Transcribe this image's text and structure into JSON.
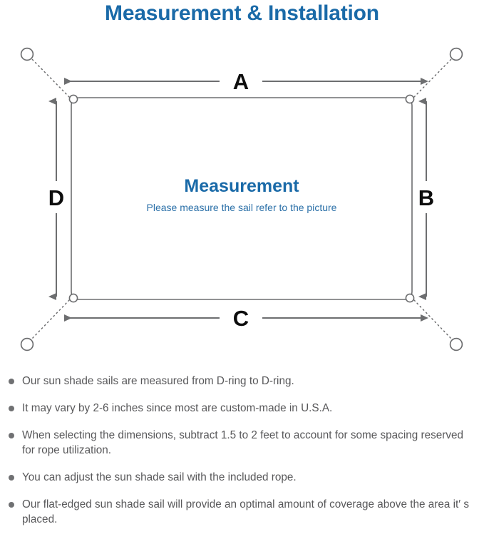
{
  "page": {
    "title": "Measurement & Installation",
    "title_color": "#1a6aa8",
    "background_color": "#ffffff",
    "body_text_color": "#58585a"
  },
  "diagram": {
    "name": "sun-shade-sail-measurement-diagram",
    "sail_shape": "rounded-rectangle",
    "line_color": "#6d6e70",
    "dimension_labels": {
      "top": "A",
      "right": "B",
      "bottom": "C",
      "left": "D"
    },
    "center": {
      "title": "Measurement",
      "subtitle": "Please measure the sail refer to the picture",
      "title_color": "#1a6aa8",
      "subtitle_color": "#2b70a8"
    },
    "corners": [
      {
        "name": "top-left",
        "d_ring": true,
        "anchor_point": true
      },
      {
        "name": "top-right",
        "d_ring": true,
        "anchor_point": true
      },
      {
        "name": "bottom-left",
        "d_ring": true,
        "anchor_point": true
      },
      {
        "name": "bottom-right",
        "d_ring": true,
        "anchor_point": true
      }
    ],
    "rope_style": "dotted"
  },
  "notes": [
    "Our sun shade sails are measured from D-ring to D-ring.",
    "It may vary by 2-6 inches since most are custom-made in U.S.A.",
    "When selecting the dimensions, subtract 1.5 to 2 feet to account for some spacing reserved for rope utilization.",
    "You can adjust the sun shade sail with the included rope.",
    "Our flat-edged sun shade sail will provide an optimal amount of coverage above the area it′ s placed."
  ]
}
